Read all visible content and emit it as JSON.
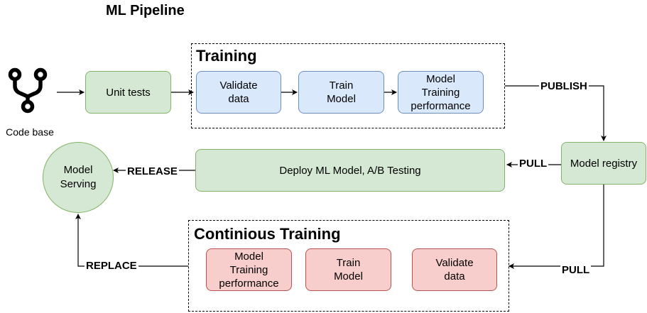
{
  "title": "ML Pipeline",
  "code_base": {
    "label": "Code base",
    "icon": "git-branch-icon"
  },
  "unit_tests": "Unit tests",
  "training_group": {
    "title": "Training",
    "steps": [
      "Validate\ndata",
      "Train\nModel",
      "Model\nTraining\nperformance"
    ]
  },
  "publish_label": "PUBLISH",
  "model_registry": "Model registry",
  "pull_label_top": "PULL",
  "deploy": "Deploy ML Model, A/B Testing",
  "release_label": "RELEASE",
  "model_serving": "Model\nServing",
  "continuous_group": {
    "title": "Continious Training",
    "steps": [
      "Model\nTraining\nperformance",
      "Train\nModel",
      "Validate\ndata"
    ]
  },
  "pull_label_bottom": "PULL",
  "replace_label": "REPLACE",
  "colors": {
    "green_fill": "#d5e8d4",
    "green_stroke": "#82b366",
    "blue_fill": "#dae8fc",
    "blue_stroke": "#6c8ebf",
    "red_fill": "#f8cecc",
    "red_stroke": "#b85450"
  }
}
